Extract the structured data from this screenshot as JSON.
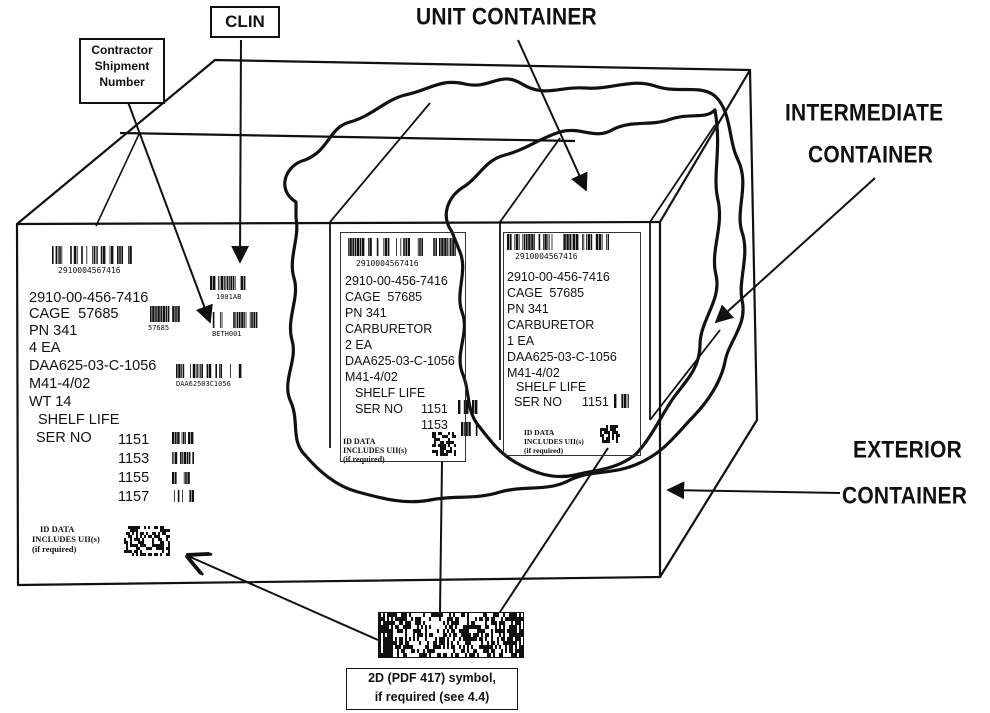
{
  "callouts": {
    "clin": "CLIN",
    "contractor_shipment_number": [
      "Contractor",
      "Shipment",
      "Number"
    ],
    "unit_container": "UNIT CONTAINER",
    "intermediate_container": [
      "INTERMEDIATE",
      "CONTAINER"
    ],
    "exterior_container": [
      "EXTERIOR",
      "CONTAINER"
    ],
    "pdf417_note": [
      "2D (PDF 417) symbol,",
      "if required (see 4.4)"
    ]
  },
  "exterior_label": {
    "nsn_barcode_text": "2910004567416",
    "lines": [
      "2910-00-456-7416",
      "CAGE  57685",
      "PN 341",
      "4 EA",
      "DAA625-03-C-1056",
      "M41-4/02",
      "WT 14",
      "SHELF LIFE"
    ],
    "ser_no": "SER NO",
    "serials": [
      "1151",
      "1153",
      "1155",
      "1157"
    ],
    "clin_barcode_text": "1001AB",
    "shipment_barcode_text": "BETH001",
    "cage_barcode_text": "57685",
    "contract_barcode_text": "DAA62503C1056",
    "id_data": [
      "ID DATA",
      "INCLUDES UII(s)",
      "(if required)"
    ]
  },
  "intermediate_label": {
    "nsn_barcode_text": "2910004567416",
    "lines": [
      "2910-00-456-7416",
      "CAGE  57685",
      "PN 341",
      "CARBURETOR",
      "2 EA",
      "DAA625-03-C-1056",
      "M41-4/02",
      "SHELF LIFE"
    ],
    "ser_no": "SER NO",
    "serials": [
      "1151",
      "1153"
    ],
    "id_data": [
      "ID DATA",
      "INCLUDES UII(s)",
      "(if required)"
    ]
  },
  "unit_label": {
    "nsn_barcode_text": "2910004567416",
    "lines": [
      "2910-00-456-7416",
      "CAGE  57685",
      "PN 341",
      "CARBURETOR",
      "1 EA",
      "DAA625-03-C-1056",
      "M41-4/02",
      "SHELF LIFE"
    ],
    "ser_no": "SER NO",
    "serials": [
      "1151"
    ],
    "id_data": [
      "ID DATA",
      "INCLUDES UII(s)",
      "(if required)"
    ]
  }
}
